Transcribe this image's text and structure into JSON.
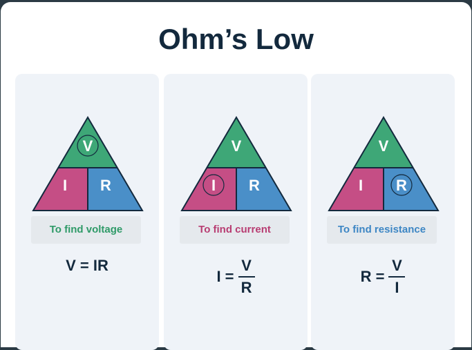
{
  "title": "Ohm’s Low",
  "colors": {
    "voltage": "#3ea777",
    "current": "#c54e85",
    "resistance": "#4a8fc8",
    "outline": "#13293d"
  },
  "panels": [
    {
      "letters": {
        "top": "V",
        "left": "I",
        "right": "R"
      },
      "circled": "V",
      "label": "To find voltage",
      "label_color": "#2f9a68",
      "formula": {
        "lhs": "V =",
        "rhs": "IR"
      }
    },
    {
      "letters": {
        "top": "V",
        "left": "I",
        "right": "R"
      },
      "circled": "I",
      "label": "To find current",
      "label_color": "#b83d72",
      "formula": {
        "lhs": "I =",
        "num": "V",
        "den": "R"
      }
    },
    {
      "letters": {
        "top": "V",
        "left": "I",
        "right": "R"
      },
      "circled": "R",
      "label": "To find resistance",
      "label_color": "#3d86c4",
      "formula": {
        "lhs": "R =",
        "num": "V",
        "den": "I"
      }
    }
  ]
}
